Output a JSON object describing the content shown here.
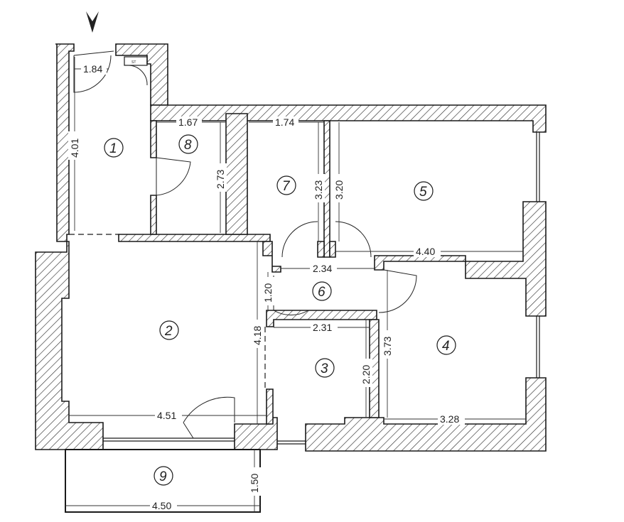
{
  "rooms": [
    "1",
    "2",
    "3",
    "4",
    "5",
    "6",
    "7",
    "8",
    "9"
  ],
  "dimensions": {
    "d184": "1.84",
    "d401": "4.01",
    "d167": "1.67",
    "d273": "2.73",
    "d174": "1.74",
    "d323": "3.23",
    "d320": "3.20",
    "d440": "4.40",
    "d234": "2.34",
    "d120": "1.20",
    "d418": "4.18",
    "d231": "2.31",
    "d220": "2.20",
    "d373": "3.73",
    "d328": "3.28",
    "d451": "4.51",
    "d150": "1.50",
    "d450": "4.50"
  }
}
